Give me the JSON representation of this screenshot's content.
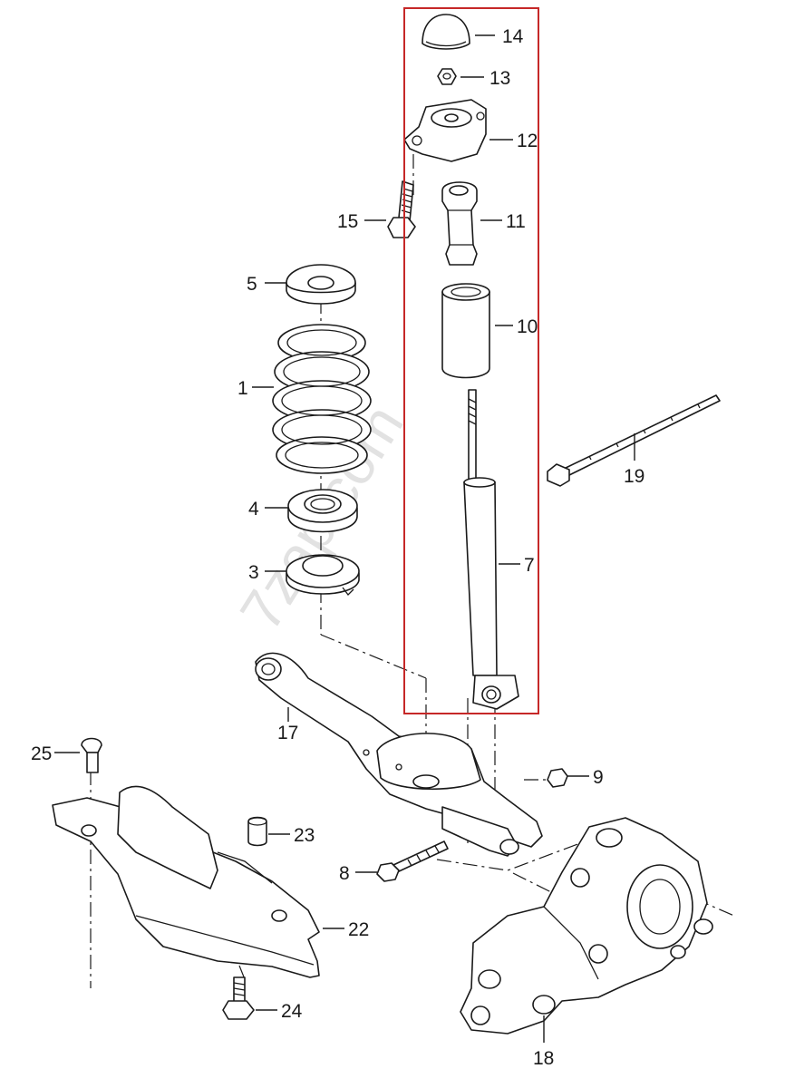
{
  "watermark": "7zap.com",
  "highlight_color": "#c62828",
  "labels": {
    "p1": "1",
    "p3": "3",
    "p4": "4",
    "p5": "5",
    "p7": "7",
    "p8": "8",
    "p9": "9",
    "p10": "10",
    "p11": "11",
    "p12": "12",
    "p13": "13",
    "p14": "14",
    "p15": "15",
    "p17": "17",
    "p18": "18",
    "p19": "19",
    "p22": "22",
    "p23": "23",
    "p24": "24",
    "p25": "25"
  }
}
